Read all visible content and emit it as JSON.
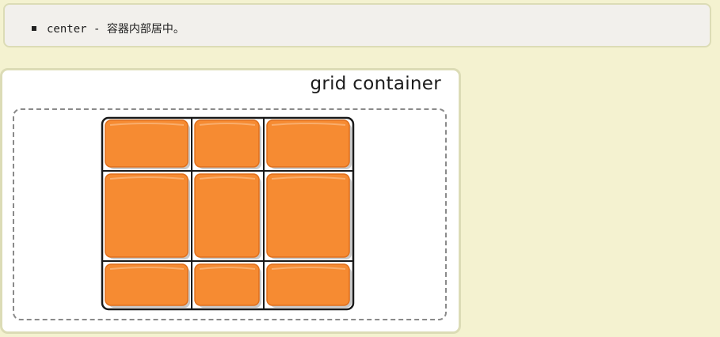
{
  "note": {
    "items": [
      {
        "text": "center - 容器内部居中。"
      }
    ]
  },
  "demo": {
    "title": "grid container",
    "colors": {
      "item_fill": "#f68b32",
      "item_border": "#e0701c",
      "item_highlight": "#f9ad6c",
      "item_shadow": "#c9c9c9",
      "grid_line": "#1a1a1a",
      "dashed_border": "#8a8a8a",
      "card_border": "#dcdcb6",
      "page_bg": "#f4f2d0"
    },
    "grid": {
      "rows": 3,
      "columns": 3,
      "item_count": 9
    }
  }
}
